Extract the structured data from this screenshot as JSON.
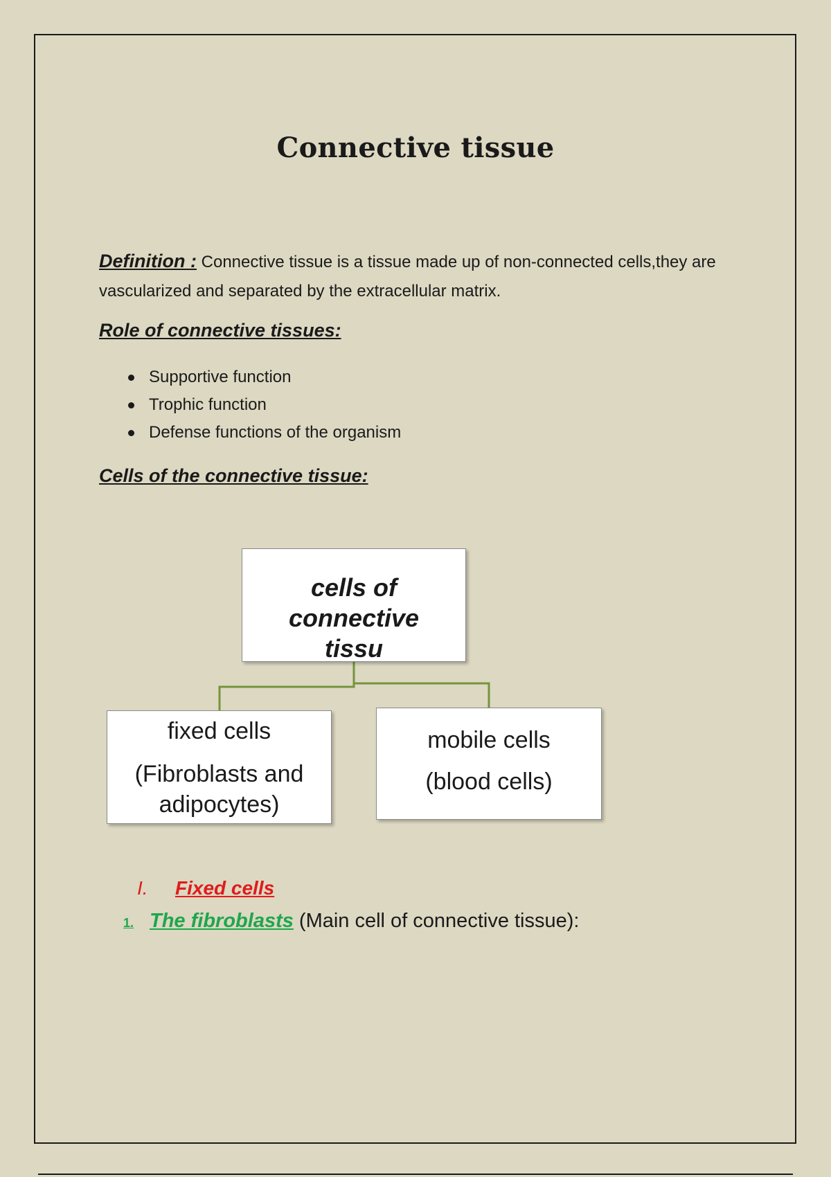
{
  "document": {
    "title": "Connective tissue",
    "definition": {
      "label": "Definition :",
      "text": " Connective tissue is a tissue made up of non-connected cells,they are vascularized and separated by the extracellular matrix."
    },
    "roles": {
      "heading": "Role of connective tissues:",
      "items": [
        "Supportive function",
        "Trophic function",
        "Defense functions of the organism"
      ]
    },
    "cells": {
      "heading": "Cells of the connective tissue:"
    },
    "diagram": {
      "root": {
        "line1": "cells of connective",
        "line2": "tissu"
      },
      "fixed": {
        "line1": "fixed cells",
        "line2": "(Fibroblasts and",
        "line3": "adipocytes)"
      },
      "mobile": {
        "line1": "mobile cells",
        "line2": "(blood cells)"
      },
      "connector_color": "#77933c"
    },
    "section": {
      "number": "I.",
      "label": "Fixed cells",
      "color": "#e01b1b"
    },
    "subsection": {
      "number": "1.",
      "label": "The fibroblasts",
      "rest": " (Main cell of connective tissue):",
      "color": "#1fa64d"
    }
  }
}
